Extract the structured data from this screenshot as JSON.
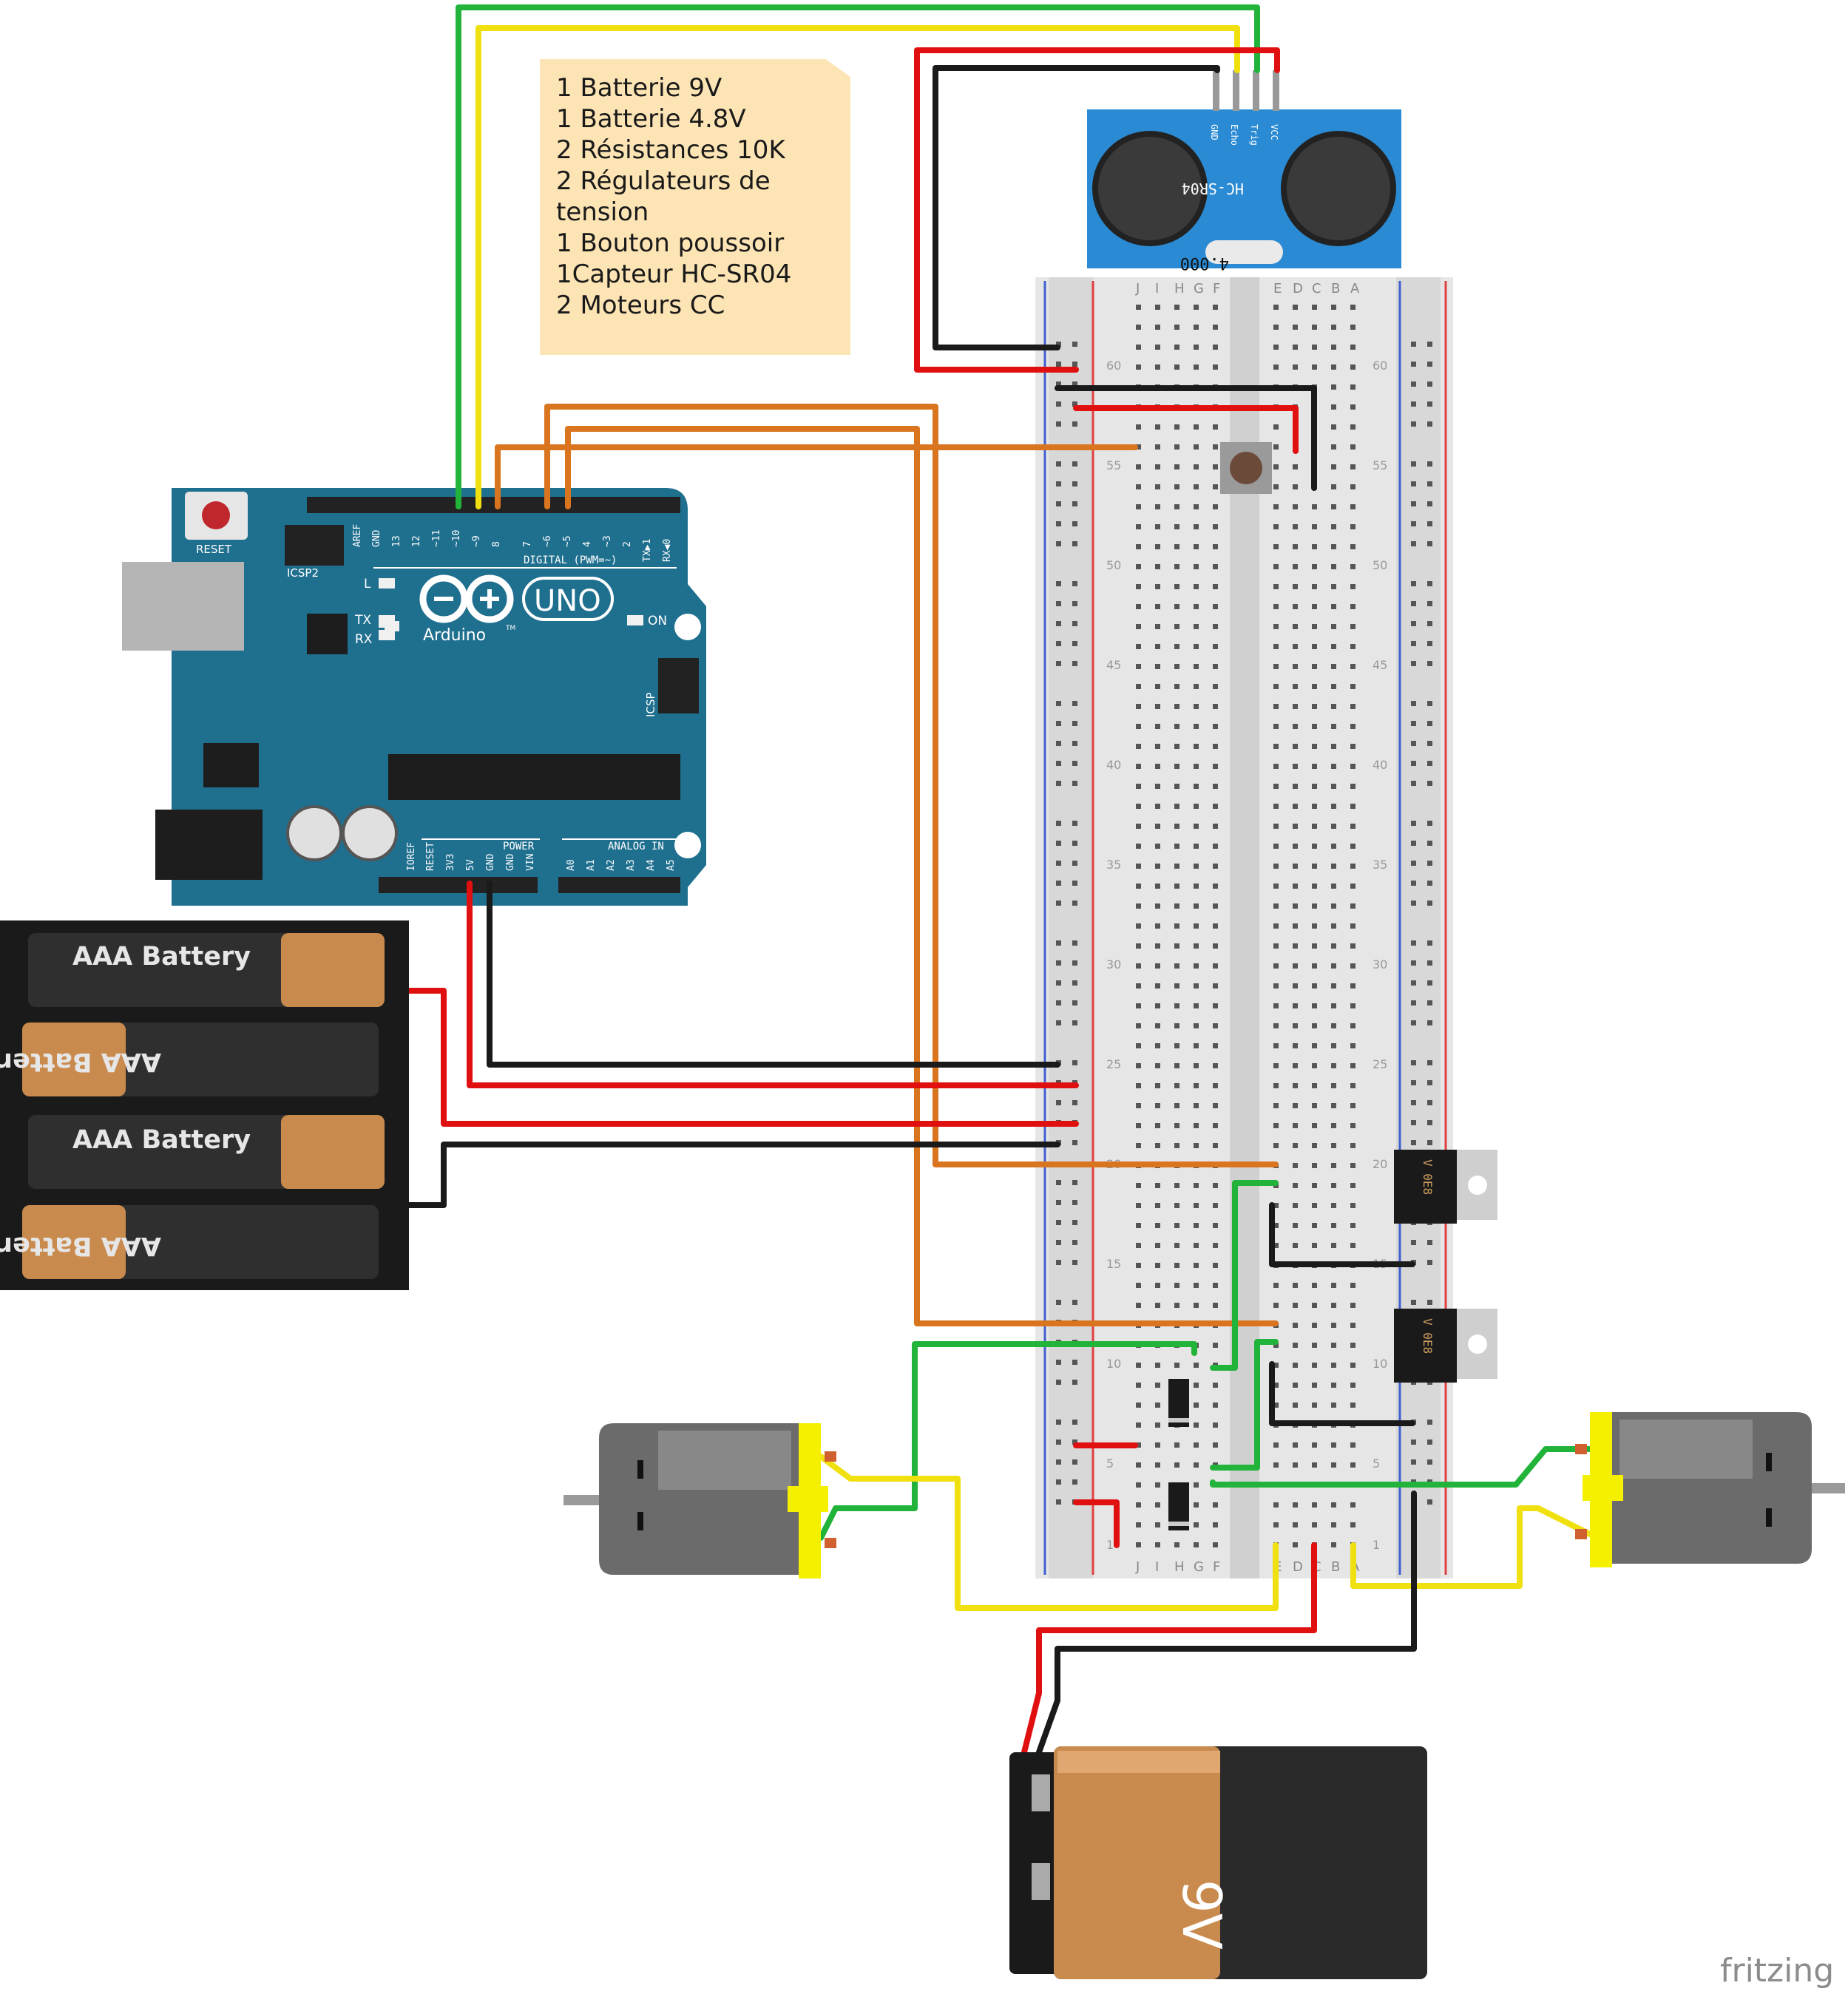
{
  "sticky_note": {
    "lines": [
      "1 Batterie 9V",
      "1 Batterie 4.8V",
      "2 Résistances 10K",
      "2 Régulateurs de",
      "tension",
      "1 Bouton poussoir",
      "1Capteur HC-SR04",
      "2 Moteurs CC"
    ]
  },
  "arduino": {
    "reset_label": "RESET",
    "icsp2_label": "ICSP2",
    "icsp_label": "ICSP",
    "l_label": "L",
    "tx_label": "TX",
    "rx_label": "RX",
    "on_label": "ON",
    "uno_label": "UNO",
    "brand": "Arduino",
    "brand_tm": "TM",
    "digital_label": "DIGITAL (PWM=~)",
    "power_label": "POWER",
    "analog_label": "ANALOG IN",
    "digital_pins": [
      "AREF",
      "GND",
      "13",
      "12",
      "~11",
      "~10",
      "~9",
      "8",
      "7",
      "~6",
      "~5",
      "4",
      "~3",
      "2",
      "TX▶1",
      "RX◀0"
    ],
    "power_pins": [
      "IOREF",
      "RESET",
      "3V3",
      "5V",
      "GND",
      "GND",
      "VIN"
    ],
    "analog_pins": [
      "A0",
      "A1",
      "A2",
      "A3",
      "A4",
      "A5"
    ]
  },
  "sensor": {
    "model": "HC-SR04",
    "pins": [
      "GND",
      "Echo",
      "Trig",
      "VCC"
    ],
    "crystal": "4.000"
  },
  "breadboard": {
    "column_letters_left": [
      "J",
      "I",
      "H",
      "G",
      "F"
    ],
    "column_letters_right": [
      "E",
      "D",
      "C",
      "B",
      "A"
    ],
    "row_numbers": [
      "60",
      "55",
      "50",
      "45",
      "40",
      "35",
      "30",
      "25",
      "20",
      "15",
      "10",
      "5",
      "1"
    ]
  },
  "regulators": [
    {
      "label": "V 0E8"
    },
    {
      "label": "V 0E8"
    }
  ],
  "aaa_pack": {
    "cells": [
      "AAA Battery",
      "AAA Battery",
      "AAA Battery",
      "AAA Battery"
    ]
  },
  "battery_9v": {
    "label": "9V"
  },
  "watermark": "fritzing",
  "colors": {
    "board_blue": "#1f6f8f",
    "sensor_blue": "#2a8ad3",
    "breadboard": "#e8e8e8",
    "wire_green": "#22b33a",
    "wire_yellow": "#f0e010",
    "wire_red": "#e01010",
    "wire_black": "#1a1a1a",
    "wire_orange": "#d9741f",
    "rail_red": "#e04040",
    "rail_blue": "#4060d0",
    "note": "#fde4b4"
  }
}
